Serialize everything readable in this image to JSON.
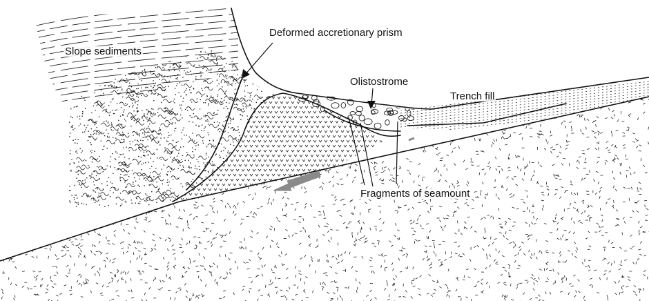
{
  "labels": {
    "slope_sediments": "Slope sediments",
    "deformed_accretionary_prism": "Deformed accretionary prism",
    "olistostrome": "Olistostrome",
    "trench_fill": "Trench fill",
    "fragments_of_seamount": "Fragments of seamount"
  },
  "colors": {
    "ink": "#111111",
    "background": "#ffffff",
    "plate_motion_arrow": "#8a8a8a"
  }
}
